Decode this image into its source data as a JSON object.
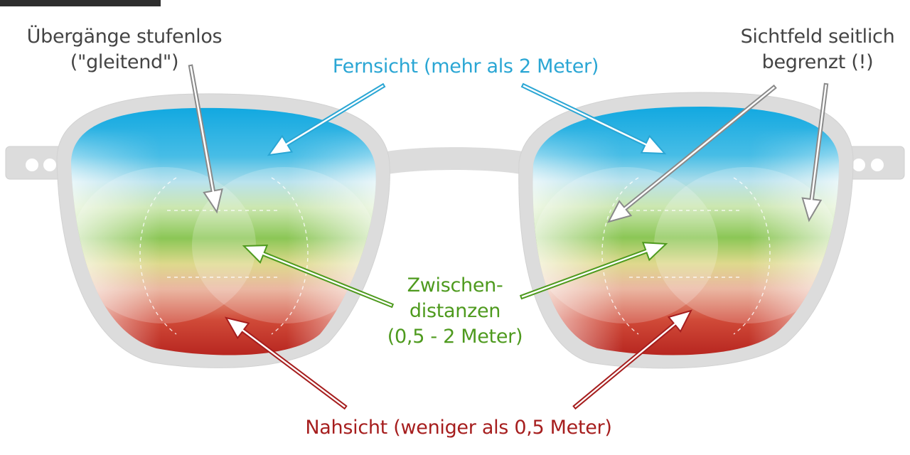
{
  "labels": {
    "transitions": [
      "Übergänge stufenlos",
      "(\"gleitend\")"
    ],
    "distance": "Fernsicht (mehr als 2 Meter)",
    "field_of_view": [
      "Sichtfeld seitlich",
      "begrenzt (!)"
    ],
    "intermediate": [
      "Zwischen-",
      "distanzen",
      "(0,5 - 2 Meter)"
    ],
    "near": "Nahsicht (weniger als 0,5 Meter)"
  },
  "colors": {
    "distance": "#2aa6d4",
    "intermediate": "#4e9a1e",
    "near": "#a61e1e",
    "neutral": "#8a8a8a",
    "text_dark": "#444444",
    "frame": "#dcdcdc"
  }
}
